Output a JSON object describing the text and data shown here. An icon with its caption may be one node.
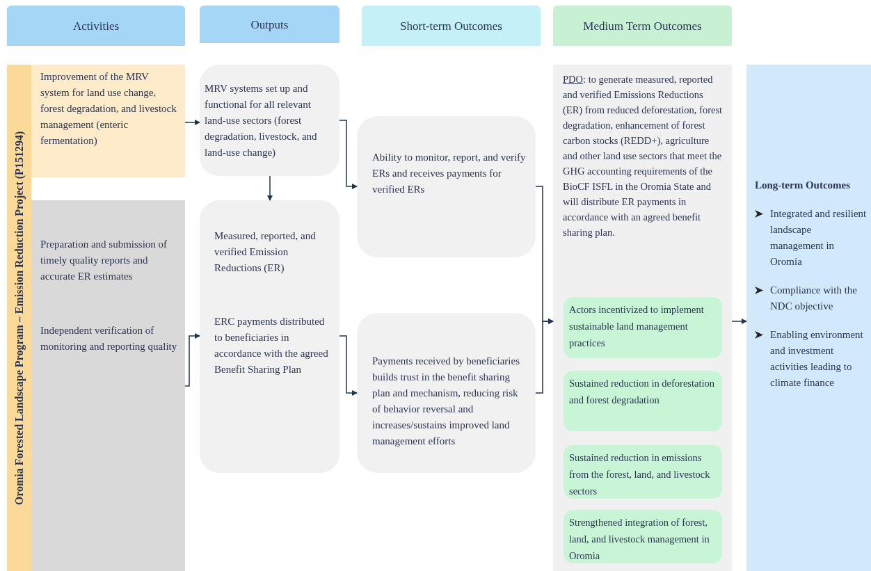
{
  "diagram": {
    "nodes": [
      {
        "text": [
          "Activities"
        ]
      },
      {
        "text": [
          "Outputs"
        ]
      },
      {
        "text": [
          "Short-term Outcomes"
        ]
      },
      {
        "text": [
          "Medium Term Outcomes"
        ]
      },
      {
        "text": [
          "Oromia Forested Landscape Program – Emission Reduction Project (P151294)"
        ]
      },
      {
        "text": [
          "Improvement of the MRV system for land use change, forest degradation, and livestock management (enteric fermentation)"
        ]
      },
      {
        "text": [
          "Preparation and submission of timely quality reports and accurate ER estimates",
          "Independent verification of monitoring and reporting quality"
        ]
      },
      {
        "text": [
          "MRV systems set up and functional for all relevant land-use sectors (forest degradation, livestock, and land-use change)"
        ]
      },
      {
        "text": [
          "Measured, reported, and verified Emission Reductions (ER)",
          "ERC payments distributed to beneficiaries in accordance with the agreed Benefit Sharing Plan"
        ]
      },
      {
        "text": [
          "Ability to monitor, report, and verify ERs and receives payments for verified ERs"
        ]
      },
      {
        "text": [
          "Payments received by beneficiaries builds trust in the benefit sharing plan and mechanism, reducing risk of behavior reversal and increases/sustains improved land management efforts"
        ]
      },
      {
        "text": [
          "PDO: to generate measured, reported and verified Emissions Reductions (ER) from reduced deforestation, forest degradation, enhancement of forest carbon stocks (REDD+), agriculture and other land use sectors that meet the GHG accounting requirements of the BioCF ISFL in the Oromia State and will distribute ER payments in accordance with an agreed benefit sharing plan."
        ]
      },
      {
        "text": [
          "Actors incentivized to implement sustainable land management practices"
        ],
        "in": 11
      },
      {
        "text": [
          "Sustained reduction in deforestation and forest degradation"
        ],
        "in": 11
      },
      {
        "text": [
          "Sustained reduction in emissions from the forest, land, and livestock sectors"
        ],
        "in": 11
      },
      {
        "text": [
          "Strengthened integration of forest, land, and livestock management in Oromia"
        ],
        "in": 11
      },
      {
        "text": [
          "Long-term Outcomes",
          "Integrated and resilient landscape management in Oromia",
          "Compliance with the NDC objective",
          "Enabling environment and investment activities leading to climate finance"
        ]
      }
    ],
    "edges": [
      {
        "from": 5,
        "to": 7,
        "arrow": "to"
      },
      {
        "from": 7,
        "to": 8,
        "arrow": "to"
      },
      {
        "from": 7,
        "to": 9,
        "arrow": "to"
      },
      {
        "from": 6,
        "to": 8,
        "arrow": "to"
      },
      {
        "from": 8,
        "to": 10,
        "arrow": "to"
      },
      {
        "from": 9,
        "to": 11,
        "arrow": "to"
      },
      {
        "from": 10,
        "to": 11,
        "arrow": "to"
      },
      {
        "from": 11,
        "to": 16,
        "arrow": "to"
      }
    ]
  }
}
